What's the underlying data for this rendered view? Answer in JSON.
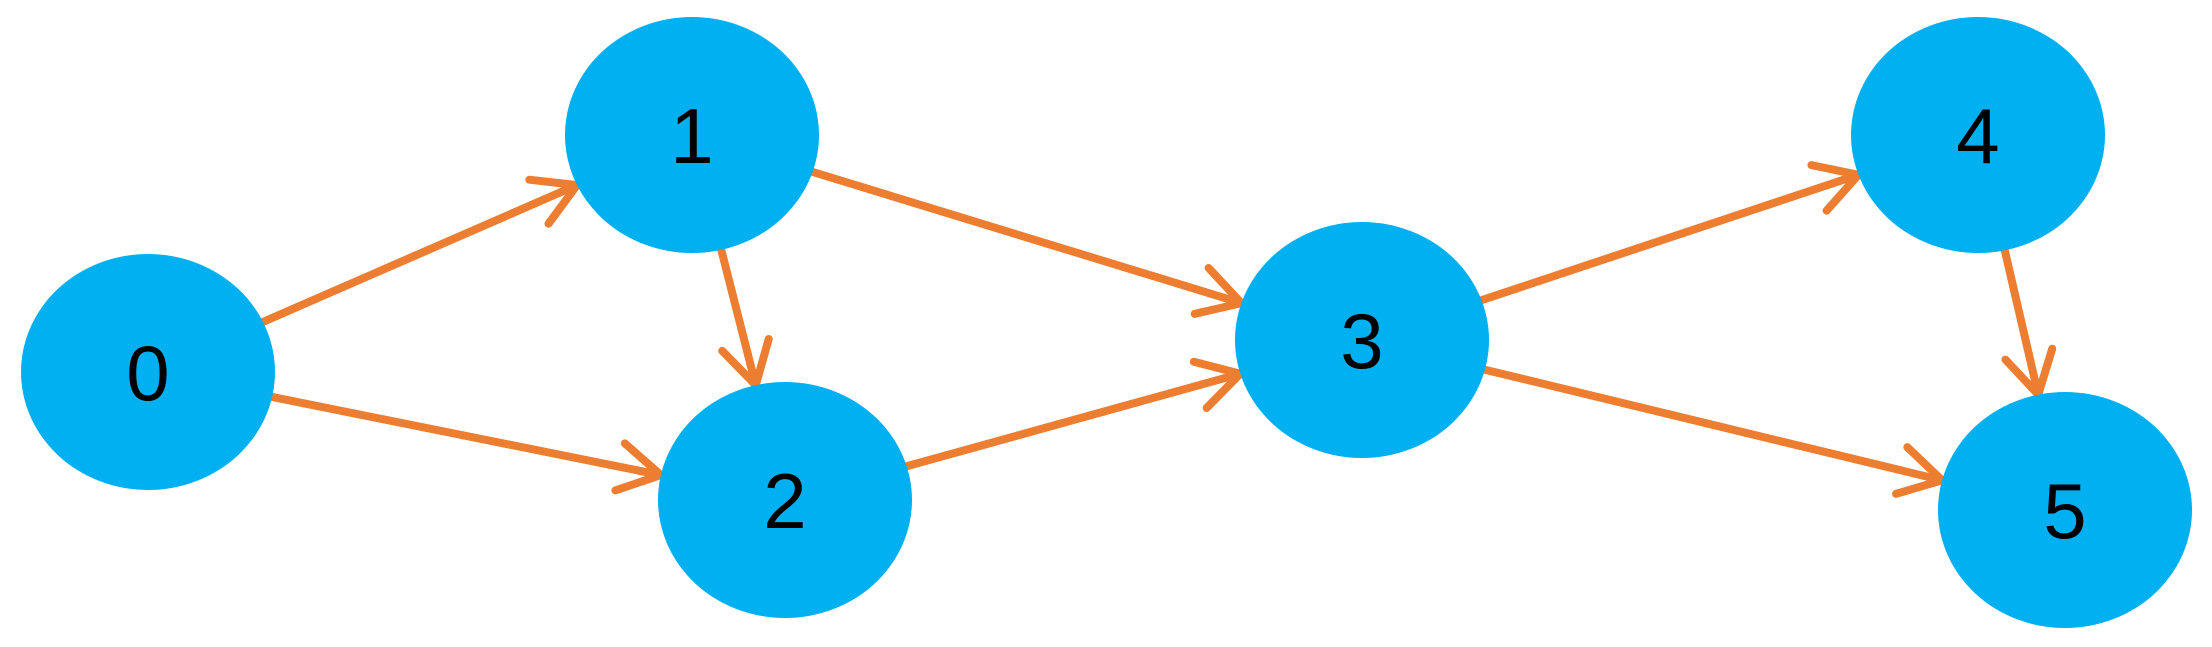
{
  "colors": {
    "node_fill": "#00b0f0",
    "edge_stroke": "#ed7d31",
    "label_text": "#000000",
    "background": "#ffffff"
  },
  "nodes": [
    {
      "id": "0",
      "label": "0"
    },
    {
      "id": "1",
      "label": "1"
    },
    {
      "id": "2",
      "label": "2"
    },
    {
      "id": "3",
      "label": "3"
    },
    {
      "id": "4",
      "label": "4"
    },
    {
      "id": "5",
      "label": "5"
    }
  ],
  "edges": [
    {
      "from": "0",
      "to": "1"
    },
    {
      "from": "0",
      "to": "2"
    },
    {
      "from": "1",
      "to": "2"
    },
    {
      "from": "1",
      "to": "3"
    },
    {
      "from": "2",
      "to": "3"
    },
    {
      "from": "3",
      "to": "4"
    },
    {
      "from": "3",
      "to": "5"
    },
    {
      "from": "4",
      "to": "5"
    }
  ]
}
